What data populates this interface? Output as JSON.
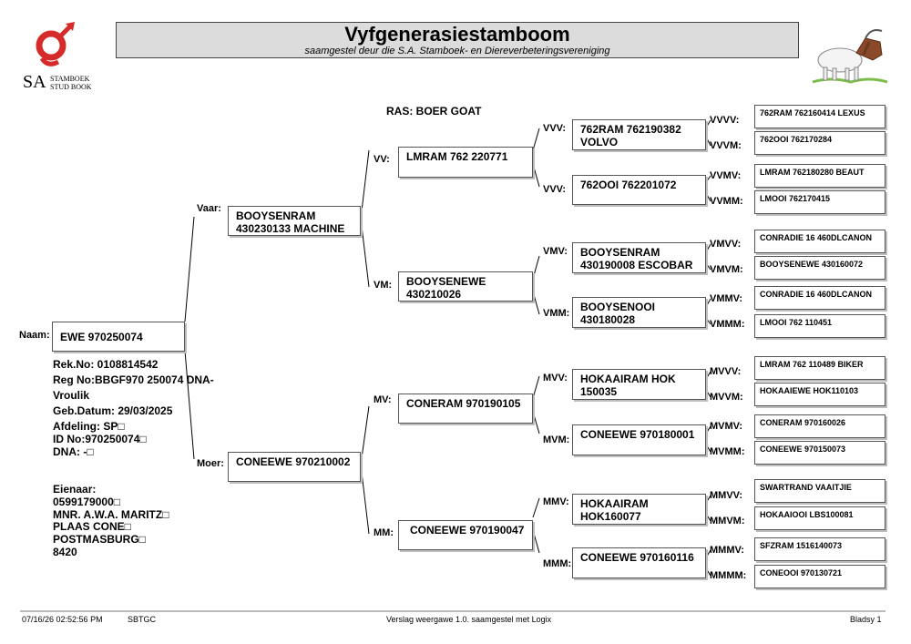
{
  "header": {
    "title": "Vyfgenerasiestamboom",
    "subtitle": "saamgestel deur die S.A. Stamboek- en Diereverbeteringsvereniging"
  },
  "logo": {
    "sa": "SA",
    "line1": "STAMBOEK",
    "line2": "STUD BOOK",
    "color": "#d62b2b"
  },
  "breed": "RAS: BOER GOAT",
  "animal": {
    "label": "Naam:",
    "name": "EWE 970250074",
    "details": [
      "Rek.No: 0108814542",
      "Reg No:BBGF970 250074 DNA-",
      "Vroulik",
      "Geb.Datum: 29/03/2025",
      "Afdeling: SP□",
      "ID No:970250074□",
      "DNA: -□"
    ],
    "owner": [
      "Eienaar:",
      "0599179000□",
      "MNR. A.W.A. MARITZ□",
      "PLAAS CONE□",
      "POSTMASBURG□",
      "8420"
    ]
  },
  "gen1": [
    {
      "label": "Vaar:",
      "name": "BOOYSENRAM\n430230133 MACHINE"
    },
    {
      "label": "Moer:",
      "name": "CONEEWE 970210002"
    }
  ],
  "gen2": [
    {
      "label": "VV:",
      "name": "LMRAM 762 220771"
    },
    {
      "label": "VM:",
      "name": "BOOYSENEWE\n430210026"
    },
    {
      "label": "MV:",
      "name": "CONERAM 970190105"
    },
    {
      "label": "MM:",
      "name": "CONEEWE 970190047"
    }
  ],
  "gen3": [
    {
      "label": "VVV:",
      "name": "762RAM 762190382\nVOLVO"
    },
    {
      "label": "VVV:",
      "name": "762OOI 762201072"
    },
    {
      "label": "VMV:",
      "name": "BOOYSENRAM\n430190008 ESCOBAR"
    },
    {
      "label": "VMM:",
      "name": "BOOYSENOOI\n430180028"
    },
    {
      "label": "MVV:",
      "name": "HOKAAIRAM HOK\n150035"
    },
    {
      "label": "MVM:",
      "name": "CONEEWE 970180001"
    },
    {
      "label": "MMV:",
      "name": "HOKAAIRAM\nHOK160077"
    },
    {
      "label": "MMM:",
      "name": "CONEEWE 970160116"
    }
  ],
  "gen4": [
    {
      "label": "VVVV:",
      "name": "762RAM 762160414 LEXUS"
    },
    {
      "label": "VVVM:",
      "name": "762OOI 762170284"
    },
    {
      "label": "VVMV:",
      "name": "LMRAM 762180280 BEAUT"
    },
    {
      "label": "VVMM:",
      "name": "LMOOI 762170415"
    },
    {
      "label": "VMVV:",
      "name": "CONRADIE 16 460DLCANON"
    },
    {
      "label": "VMVM:",
      "name": "BOOYSENEWE 430160072"
    },
    {
      "label": "VMMV:",
      "name": "CONRADIE 16 460DLCANON"
    },
    {
      "label": "VMMM:",
      "name": "LMOOI 762 110451"
    },
    {
      "label": "MVVV:",
      "name": "LMRAM 762 110489 BIKER"
    },
    {
      "label": "MVVM:",
      "name": "HOKAAIEWE HOK110103"
    },
    {
      "label": "MVMV:",
      "name": "CONERAM 970160026"
    },
    {
      "label": "MVMM:",
      "name": "CONEEWE 970150073"
    },
    {
      "label": "MMVV:",
      "name": "SWARTRAND VAAITJIE"
    },
    {
      "label": "MMVM:",
      "name": "HOKAAIOOI LBS100081"
    },
    {
      "label": "MMMV:",
      "name": "SFZRAM 1516140073"
    },
    {
      "label": "MMMM:",
      "name": "CONEOOI 970130721"
    }
  ],
  "footer": {
    "datetime": "07/16/26 02:52:56 PM",
    "code": "SBTGC",
    "report": "Verslag weergawe 1.0. saamgestel met Logix",
    "page": "Bladsy 1"
  }
}
